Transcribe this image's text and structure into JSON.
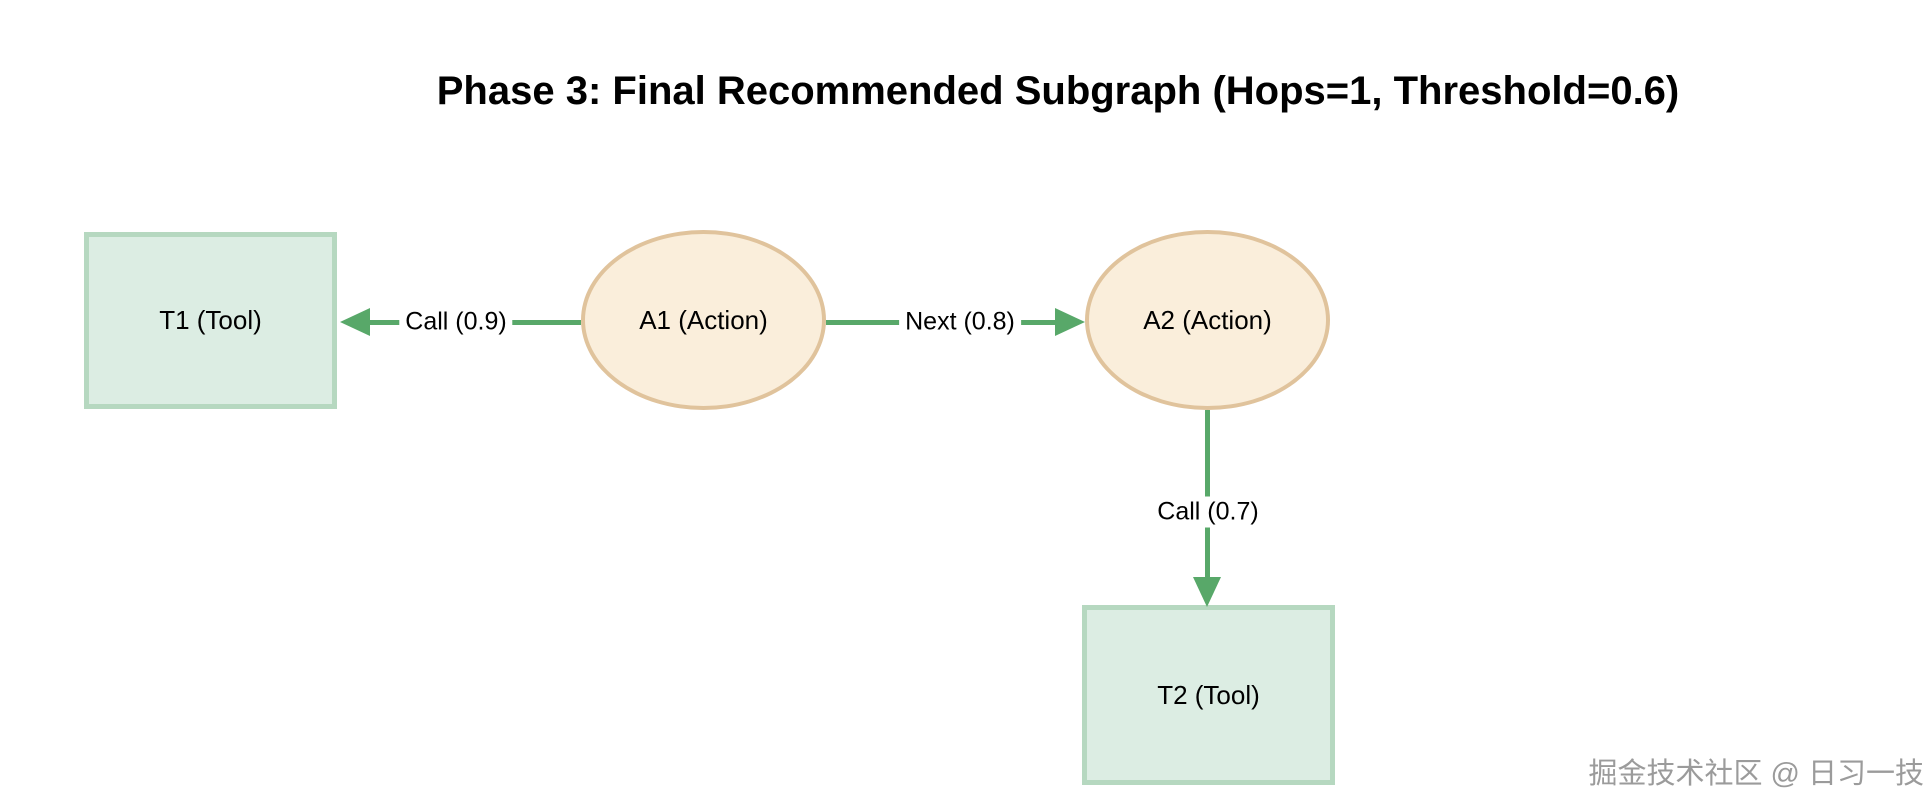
{
  "title": "Phase 3: Final Recommended Subgraph (Hops=1, Threshold=0.6)",
  "diagram": {
    "type": "flowchart",
    "nodes": [
      {
        "id": "T1",
        "label": "T1 (Tool)",
        "shape": "rectangle",
        "role": "tool"
      },
      {
        "id": "A1",
        "label": "A1 (Action)",
        "shape": "ellipse",
        "role": "action"
      },
      {
        "id": "A2",
        "label": "A2 (Action)",
        "shape": "ellipse",
        "role": "action"
      },
      {
        "id": "T2",
        "label": "T2 (Tool)",
        "shape": "rectangle",
        "role": "tool"
      }
    ],
    "edges": [
      {
        "from": "A1",
        "to": "T1",
        "label": "Call (0.9)",
        "weight": 0.9,
        "direction": "left"
      },
      {
        "from": "A1",
        "to": "A2",
        "label": "Next (0.8)",
        "weight": 0.8,
        "direction": "right"
      },
      {
        "from": "A2",
        "to": "T2",
        "label": "Call (0.7)",
        "weight": 0.7,
        "direction": "down"
      }
    ]
  },
  "watermark": "掘金技术社区 @ 日习一技",
  "colors": {
    "background": "#ffffff",
    "tool_fill": "#dcede3",
    "tool_border": "#b6d8c0",
    "action_fill": "#faeedb",
    "action_border": "#e0c39c",
    "edge": "#58a869",
    "text": "#000000",
    "watermark": "#9b9b9b"
  }
}
